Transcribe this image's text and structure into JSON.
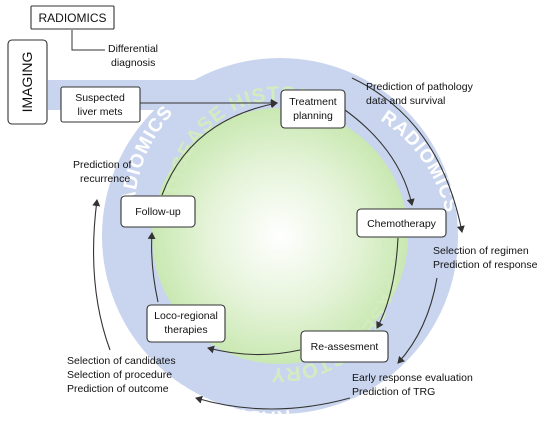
{
  "top_box": {
    "label": "RADIOMICS"
  },
  "imaging_box": {
    "label": "IMAGING"
  },
  "suspected": {
    "lines": [
      "Suspected",
      "liver mets"
    ]
  },
  "differential": {
    "lines": [
      "Differential",
      "diagnosis"
    ]
  },
  "outer_ring": {
    "label": "RADIOMICS"
  },
  "inner_circle": {
    "label": "DISEASE HISTORY"
  },
  "steps": {
    "treatment_planning": [
      "Treatment",
      "planning"
    ],
    "chemotherapy": [
      "Chemotherapy"
    ],
    "reassessment": [
      "Re-assesment"
    ],
    "loco_regional": [
      "Loco-regional",
      "therapies"
    ],
    "follow_up": [
      "Follow-up"
    ]
  },
  "annotations": {
    "pathology": [
      "Prediction of pathology",
      "data and survival"
    ],
    "regimen": [
      "Selection of regimen",
      "Prediction of response"
    ],
    "response": [
      "Early response evaluation",
      "Prediction of TRG"
    ],
    "candidates": [
      "Selection of candidates",
      "Selection of procedure",
      "Prediction of outcome"
    ],
    "recurrence": [
      "Prediction of",
      "recurrence"
    ]
  },
  "colors": {
    "ring": "#c9d5ee",
    "inner_center": "#ffffff",
    "inner_edge": "#c9e8b2",
    "stroke": "#333333",
    "band": "#c9d5ee"
  }
}
